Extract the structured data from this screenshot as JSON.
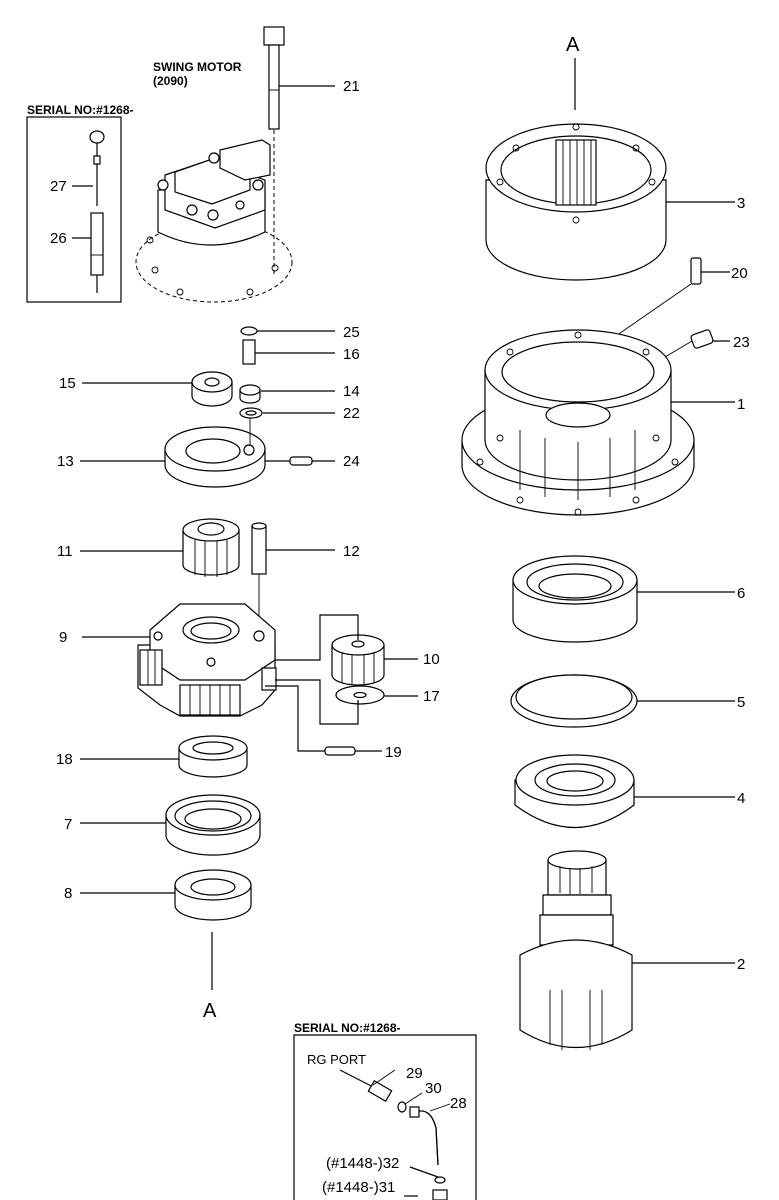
{
  "parts": {
    "p1": "1",
    "p2": "2",
    "p3": "3",
    "p4": "4",
    "p5": "5",
    "p6": "6",
    "p7": "7",
    "p8": "8",
    "p9": "9",
    "p10": "10",
    "p11": "11",
    "p12": "12",
    "p13": "13",
    "p14": "14",
    "p15": "15",
    "p16": "16",
    "p17": "17",
    "p18": "18",
    "p19": "19",
    "p20": "20",
    "p21": "21",
    "p22": "22",
    "p23": "23",
    "p24": "24",
    "p25": "25",
    "p26": "26",
    "p27": "27",
    "p28": "28",
    "p29": "29",
    "p30": "30",
    "p31": "(#1448-)31",
    "p32": "(#1448-)32"
  },
  "captions": {
    "swing_motor": "SWING MOTOR",
    "swing_motor_code": "(2090)",
    "serial_top": "SERIAL NO:#1268-",
    "serial_bottom": "SERIAL NO:#1268-",
    "rg_port": "RG PORT",
    "axis_top": "A",
    "axis_bottom": "A"
  }
}
